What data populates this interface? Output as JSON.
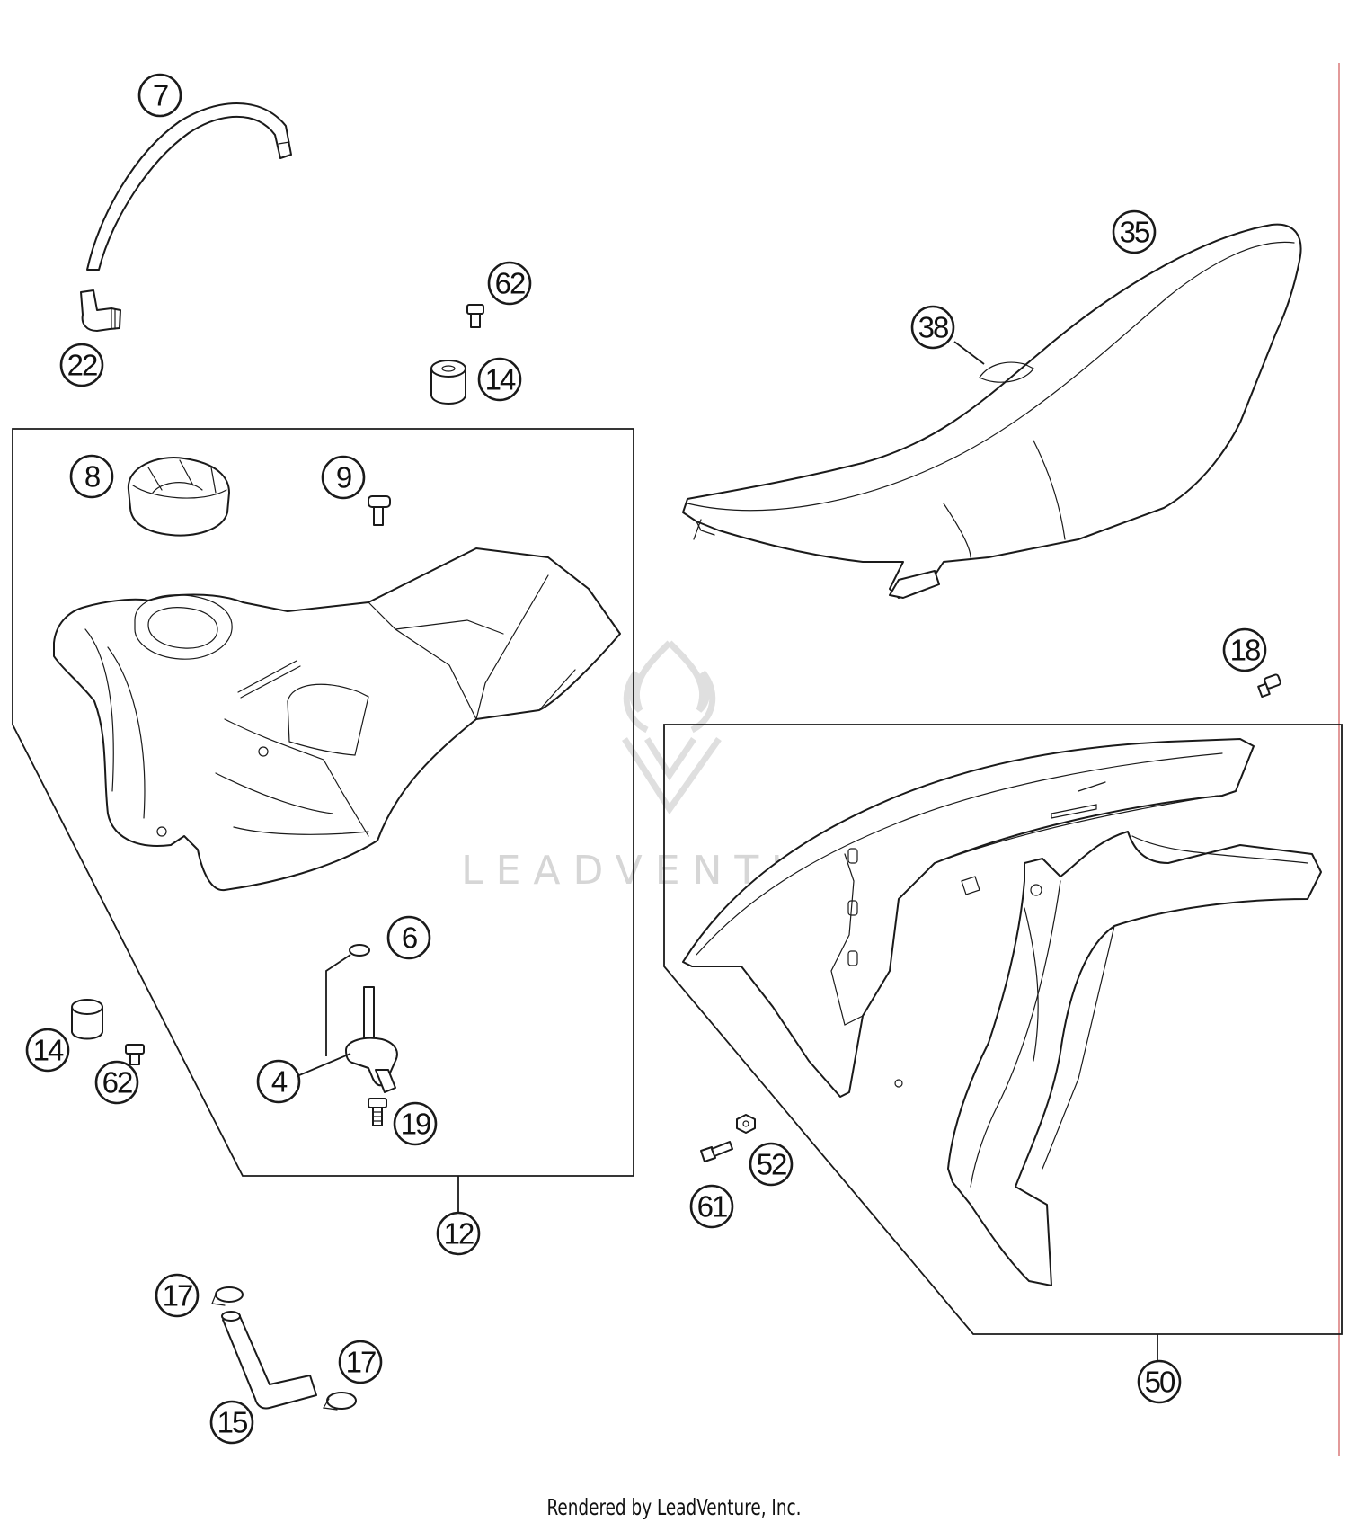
{
  "diagram": {
    "callouts": {
      "c7": "7",
      "c22": "22",
      "c62a": "62",
      "c14a": "14",
      "c8": "8",
      "c9": "9",
      "c6": "6",
      "c4": "4",
      "c19": "19",
      "c14b": "14",
      "c62b": "62",
      "c12": "12",
      "c17a": "17",
      "c17b": "17",
      "c15": "15",
      "c35": "35",
      "c38": "38",
      "c18": "18",
      "c52": "52",
      "c61": "61",
      "c50": "50"
    },
    "watermark": "LEADVENTURE"
  },
  "footer": {
    "text": "Rendered by LeadVenture, Inc."
  }
}
